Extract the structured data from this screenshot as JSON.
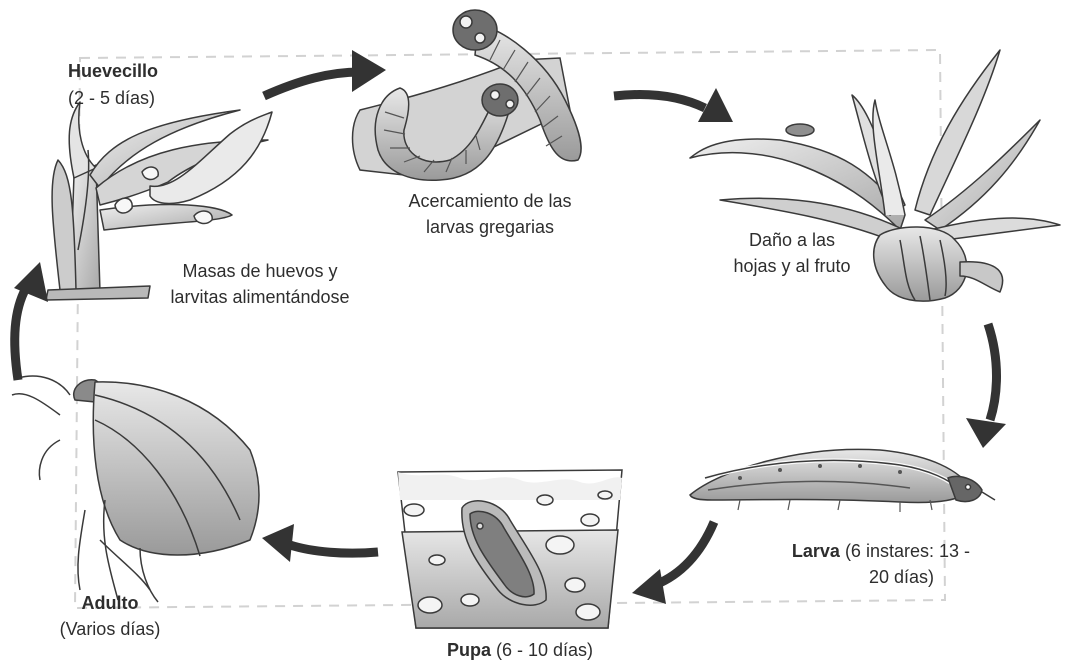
{
  "stages": {
    "egg": {
      "name": "Huevecillo",
      "duration": "(2 - 5 días)"
    },
    "egg_note": {
      "line1": "Masas de huevos y",
      "line2": "larvitas alimentándose"
    },
    "gregarious": {
      "line1": "Acercamiento de las",
      "line2": "larvas gregarias"
    },
    "damage": {
      "line1": "Daño a las",
      "line2": "hojas y al fruto"
    },
    "larva": {
      "name": "Larva",
      "duration_line1": "(6 instares: 13 -",
      "duration_line2": "20 días)"
    },
    "pupa": {
      "name": "Pupa",
      "duration": "(6 - 10 días)"
    },
    "adult": {
      "name": "Adulto",
      "duration": "(Varios días)"
    }
  },
  "colors": {
    "arrow": "#333333",
    "outline": "#3a3a3a",
    "fill_light": "#d9d9d9",
    "fill_mid": "#b5b5b5",
    "fill_dark": "#8f8f8f",
    "border_dashed": "#cfcfcf"
  },
  "icons": [
    "plant-with-egg-masses",
    "gregarious-larvae",
    "damaged-onion-plant",
    "larva",
    "pupa-in-soil",
    "adult-moth",
    "cycle-arrow"
  ]
}
